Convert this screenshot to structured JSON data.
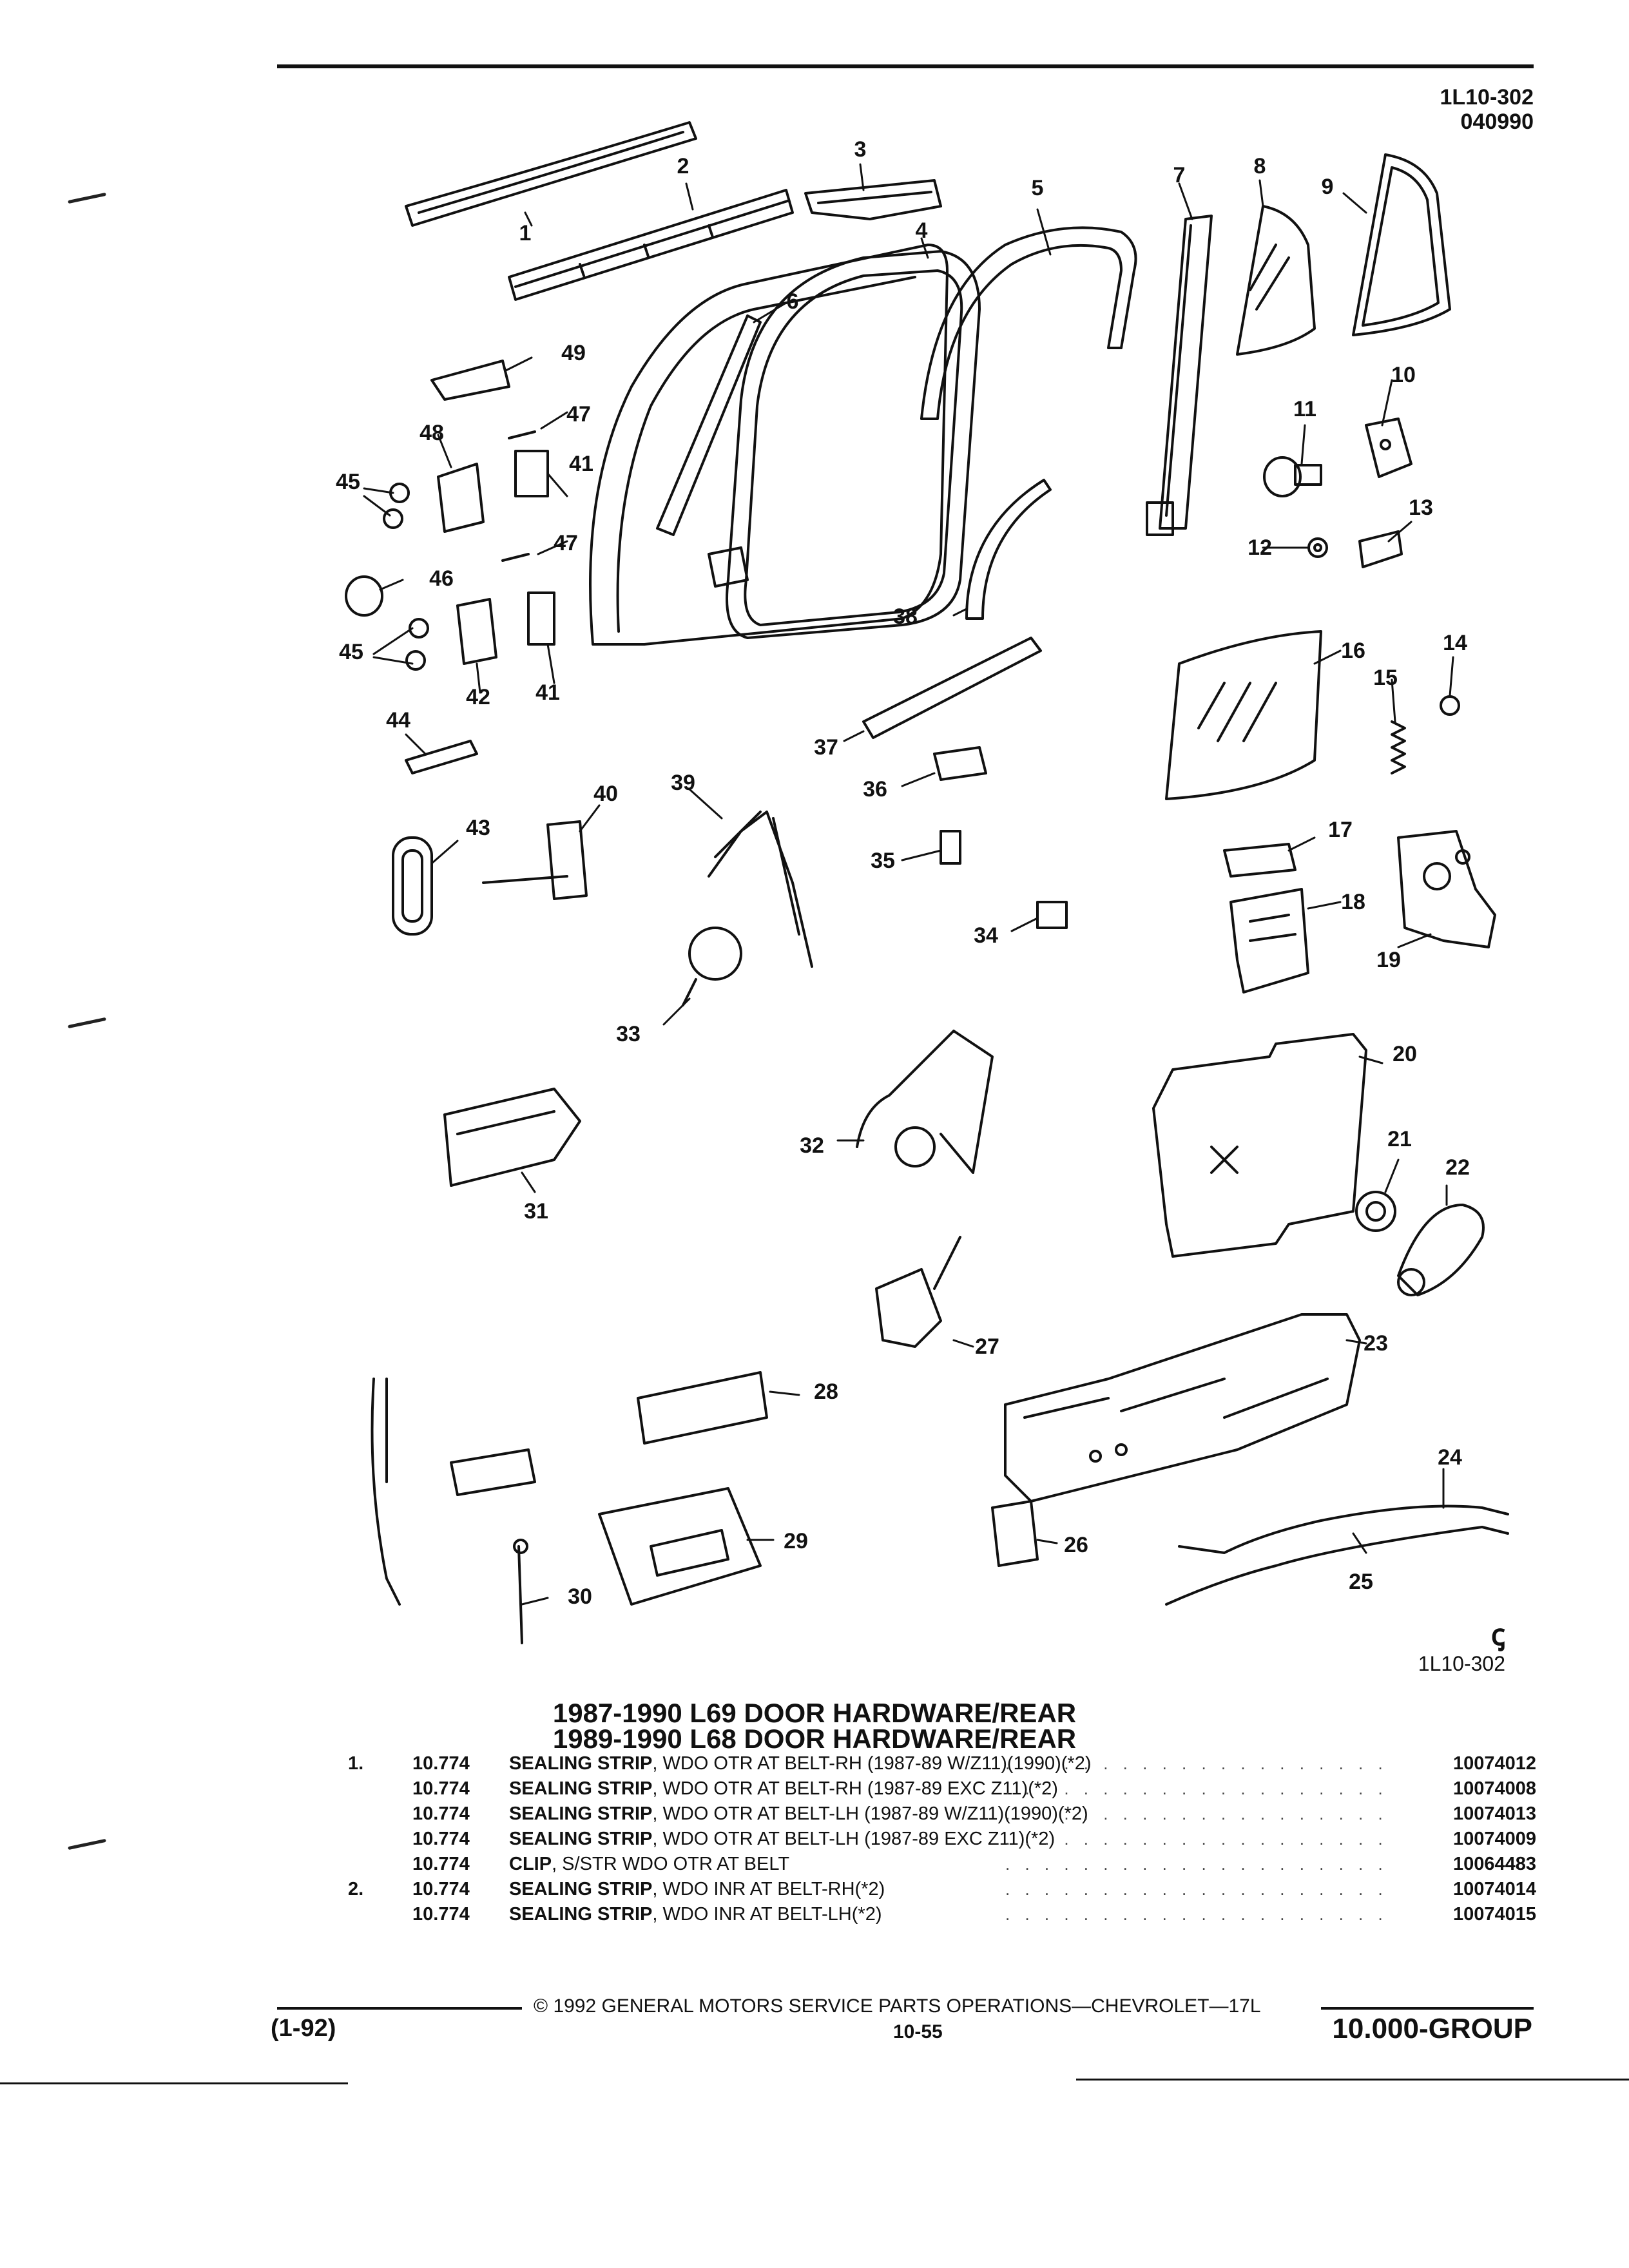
{
  "header": {
    "code_top": "1L10-302",
    "date_code": "040990"
  },
  "figure": {
    "code_bottom": "1L10-302",
    "logo_glyph": "ꞔ"
  },
  "callouts": [
    "1",
    "2",
    "3",
    "4",
    "5",
    "6",
    "7",
    "8",
    "9",
    "10",
    "11",
    "12",
    "13",
    "14",
    "15",
    "16",
    "17",
    "18",
    "19",
    "20",
    "21",
    "22",
    "23",
    "24",
    "25",
    "26",
    "27",
    "28",
    "29",
    "30",
    "31",
    "32",
    "33",
    "34",
    "35",
    "36",
    "37",
    "38",
    "39",
    "40",
    "41",
    "41",
    "42",
    "43",
    "44",
    "45",
    "45",
    "46",
    "47",
    "47",
    "48",
    "49"
  ],
  "section": {
    "title_line1": "1987-1990 L69 DOOR HARDWARE/REAR",
    "title_line2": "1989-1990 L68 DOOR HARDWARE/REAR"
  },
  "parts": [
    {
      "num": "1.",
      "ref": "10.774",
      "name": "SEALING STRIP",
      "desc": ", WDO OTR AT BELT-RH (1987-89 W/Z11)(1990)(*2)",
      "pn": "10074012"
    },
    {
      "num": "",
      "ref": "10.774",
      "name": "SEALING STRIP",
      "desc": ", WDO OTR AT BELT-RH (1987-89 EXC Z11)(*2)",
      "pn": "10074008"
    },
    {
      "num": "",
      "ref": "10.774",
      "name": "SEALING STRIP",
      "desc": ", WDO OTR AT BELT-LH (1987-89 W/Z11)(1990)(*2)",
      "pn": "10074013"
    },
    {
      "num": "",
      "ref": "10.774",
      "name": "SEALING STRIP",
      "desc": ", WDO OTR AT BELT-LH (1987-89 EXC Z11)(*2)",
      "pn": "10074009"
    },
    {
      "num": "",
      "ref": "10.774",
      "name": "CLIP",
      "desc": ", S/STR WDO OTR AT BELT",
      "pn": "10064483"
    },
    {
      "num": "2.",
      "ref": "10.774",
      "name": "SEALING STRIP",
      "desc": ", WDO INR AT BELT-RH(*2)",
      "pn": "10074014"
    },
    {
      "num": "",
      "ref": "10.774",
      "name": "SEALING STRIP",
      "desc": ", WDO INR AT BELT-LH(*2)",
      "pn": "10074015"
    }
  ],
  "footer": {
    "copyright": "© 1992 GENERAL MOTORS SERVICE PARTS OPERATIONS—CHEVROLET—17L",
    "page": "10-55",
    "revision": "(1-92)",
    "group": "10.000-GROUP"
  }
}
